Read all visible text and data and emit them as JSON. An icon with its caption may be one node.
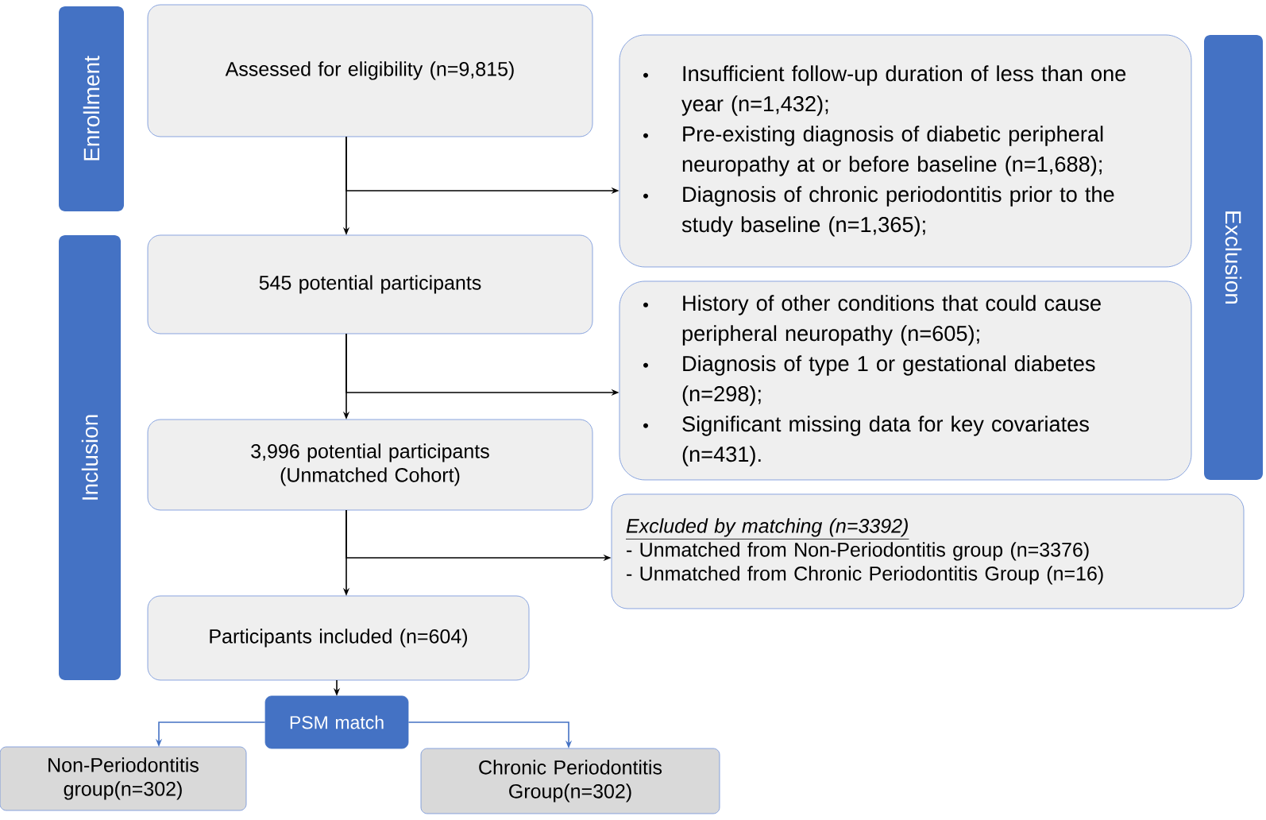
{
  "diagram": {
    "nodes": [
      {
        "text": [
          "Enrollment"
        ]
      },
      {
        "text": [
          "Inclusion"
        ]
      },
      {
        "text": [
          "Exclusion"
        ]
      },
      {
        "text": [
          "Assessed for eligibility (n=9,815)"
        ]
      },
      {
        "text": [
          "Insufficient follow-up duration of less than one year (n=1,432);",
          "Pre-existing diagnosis of diabetic peripheral neuropathy at or before baseline (n=1,688);",
          "Diagnosis of chronic periodontitis prior to the study baseline (n=1,365);"
        ]
      },
      {
        "text": [
          "545 potential participants"
        ]
      },
      {
        "text": [
          "History of other conditions that could cause peripheral neuropathy (n=605);",
          "Diagnosis of type 1 or gestational diabetes (n=298);",
          "Significant missing data for key covariates (n=431)."
        ]
      },
      {
        "text": [
          "3,996 potential participants (Unmatched Cohort)"
        ]
      },
      {
        "text": [
          "Excluded by matching (n=3392)",
          "- Unmatched from Non-Periodontitis group (n=3376)",
          "- Unmatched from Chronic Periodontitis Group (n=16)"
        ]
      },
      {
        "text": [
          "Participants included (n=604)"
        ]
      },
      {
        "text": [
          "PSM match"
        ]
      },
      {
        "text": [
          "Non-Periodontitis group(n=302)"
        ]
      },
      {
        "text": [
          "Chronic Periodontitis Group(n=302)"
        ]
      }
    ],
    "edges": [
      {
        "from": 3,
        "to": 4,
        "arrow": "to"
      },
      {
        "from": 3,
        "to": 5,
        "arrow": "to"
      },
      {
        "from": 5,
        "to": 6,
        "arrow": "to"
      },
      {
        "from": 5,
        "to": 7,
        "arrow": "to"
      },
      {
        "from": 7,
        "to": 8,
        "arrow": "to"
      },
      {
        "from": 7,
        "to": 9,
        "arrow": "to"
      },
      {
        "from": 9,
        "to": 10,
        "arrow": "to"
      },
      {
        "from": 10,
        "to": 11,
        "arrow": "to",
        "color": "#4472c4"
      },
      {
        "from": 10,
        "to": 12,
        "arrow": "to",
        "color": "#4472c4"
      }
    ]
  }
}
